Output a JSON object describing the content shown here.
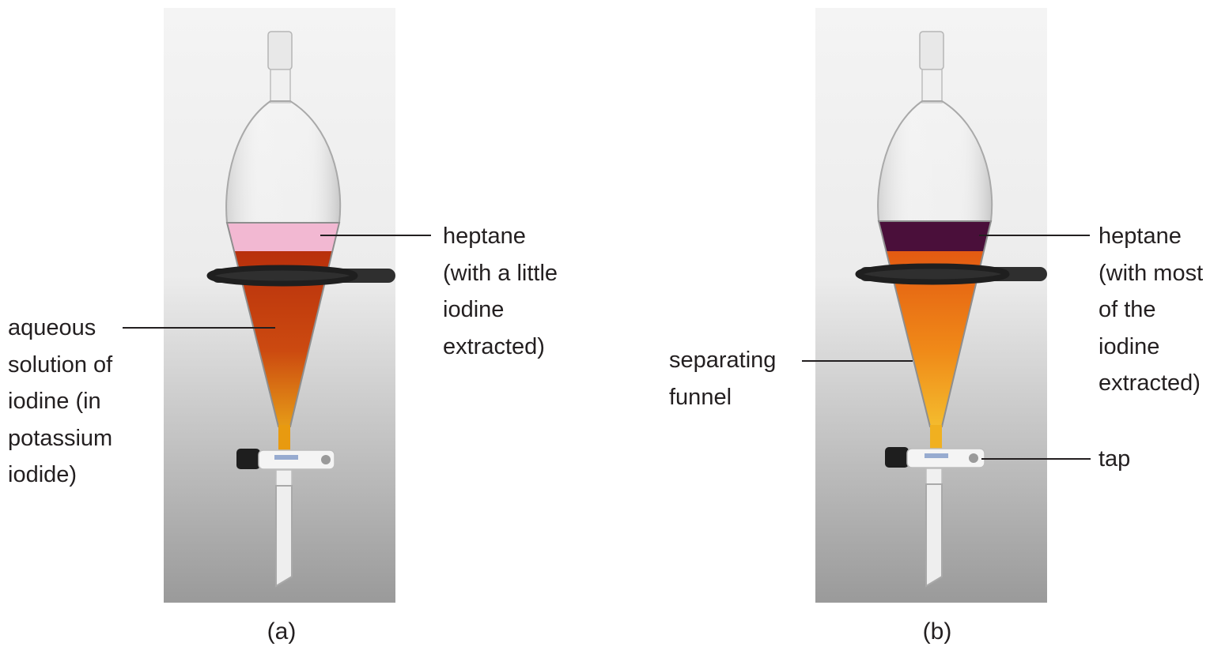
{
  "panel_a": {
    "caption": "(a)",
    "heptane_label": [
      "heptane",
      "(with a little",
      "iodine",
      "extracted)"
    ],
    "aqueous_label": [
      "aqueous",
      "solution of",
      "iodine (in",
      "potassium",
      "iodide)"
    ],
    "colors": {
      "upper_layer": "#f2b8d2",
      "lower_layer": "#c8340a",
      "stem_liquid": "#e89a10"
    }
  },
  "panel_b": {
    "caption": "(b)",
    "heptane_label": [
      "heptane",
      "(with most",
      "of the",
      "iodine",
      "extracted)"
    ],
    "funnel_label": [
      "separating",
      "funnel"
    ],
    "tap_label": "tap",
    "colors": {
      "upper_layer": "#4a0f3a",
      "lower_layer": "#ea6a14",
      "stem_liquid": "#f0b020"
    }
  }
}
